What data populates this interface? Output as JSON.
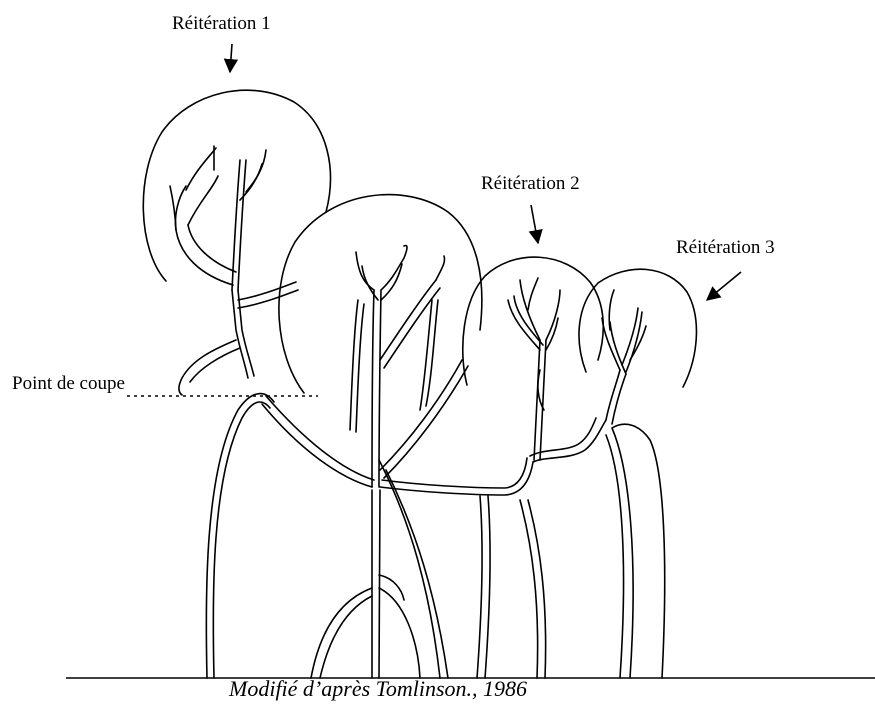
{
  "labels": {
    "reiteration_1": "Réitération 1",
    "reiteration_2": "Réitération 2",
    "reiteration_3": "Réitération 3",
    "cut_point": "Point de coupe"
  },
  "caption": "Modifié d’après Tomlinson., 1986",
  "colors": {
    "line": "#000000",
    "background": "#ffffff"
  }
}
